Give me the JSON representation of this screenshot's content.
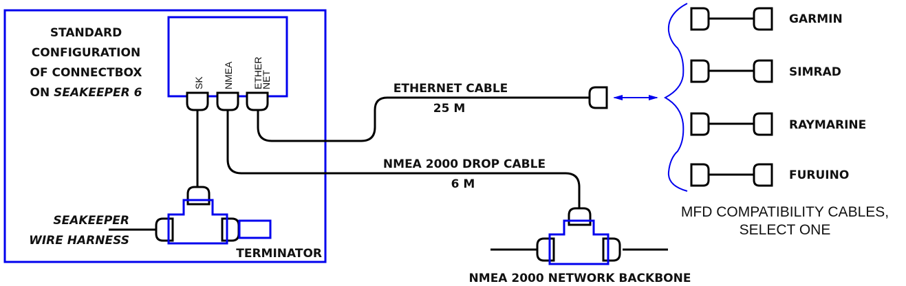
{
  "title": {
    "line1": "STANDARD",
    "line2": "CONFIGURATION",
    "line3": "OF CONNECTBOX",
    "line4_prefix": "ON ",
    "line4_italic": "SEAKEEPER 6"
  },
  "connectbox": {
    "ports": [
      {
        "id": "sk",
        "label": "SK"
      },
      {
        "id": "nmea",
        "label": "NMEA"
      },
      {
        "id": "ethernet",
        "label_line1": "ETHER",
        "label_line2": "NET"
      }
    ]
  },
  "harness": {
    "line1": "SEAKEEPER",
    "line2": "WIRE HARNESS"
  },
  "terminator_label": "TERMINATOR",
  "ethernet_cable": {
    "label": "ETHERNET CABLE",
    "length": "25 M"
  },
  "nmea_cable": {
    "label": "NMEA 2000 DROP CABLE",
    "length": "6 M"
  },
  "backbone_label": "NMEA 2000 NETWORK BACKBONE",
  "mfd": {
    "options": [
      "GARMIN",
      "SIMRAD",
      "RAYMARINE",
      "FURUINO"
    ],
    "caption_line1": "MFD COMPATIBILITY CABLES,",
    "caption_line2": "SELECT ONE"
  }
}
